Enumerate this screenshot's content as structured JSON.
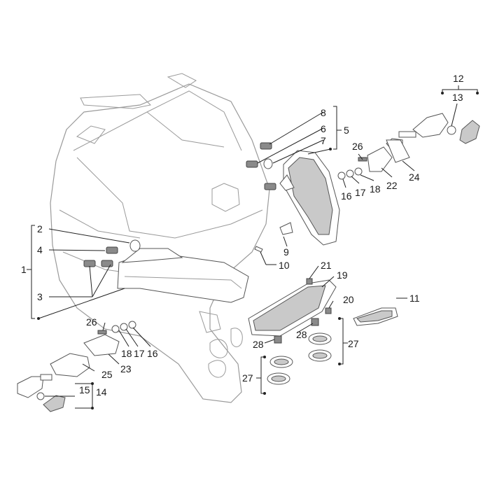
{
  "diagram": {
    "callouts": {
      "c1": "1",
      "c2": "2",
      "c3": "3",
      "c4": "4",
      "c5": "5",
      "c6": "6",
      "c7": "7",
      "c8": "8",
      "c9": "9",
      "c10": "10",
      "c11": "11",
      "c12": "12",
      "c13": "13",
      "c14": "14",
      "c15": "15",
      "c16a": "16",
      "c16b": "16",
      "c17a": "17",
      "c17b": "17",
      "c18a": "18",
      "c18b": "18",
      "c19": "19",
      "c20": "20",
      "c21": "21",
      "c22": "22",
      "c23": "23",
      "c24": "24",
      "c25": "25",
      "c26a": "26",
      "c26b": "26",
      "c27a": "27",
      "c27b": "27",
      "c28a": "28",
      "c28b": "28"
    },
    "colors": {
      "outline": "#555555",
      "body": "#9a9a9a",
      "lens": "#c9c9c9",
      "text": "#1a1a1a"
    }
  }
}
